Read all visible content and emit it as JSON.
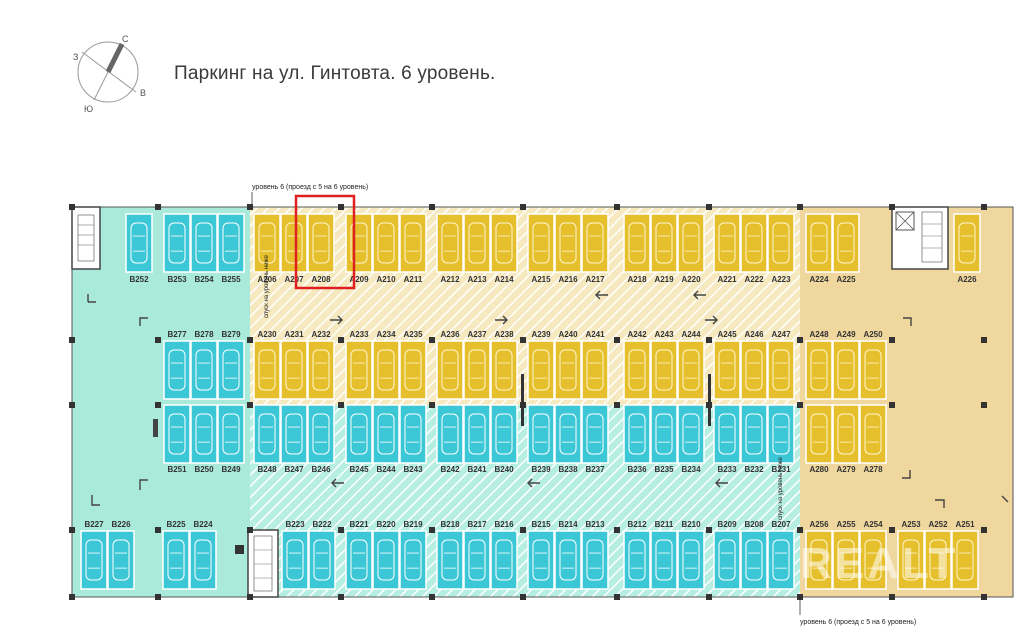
{
  "title": "Паркинг на ул. Гинтовта. 6 уровень.",
  "compass": {
    "north": "С",
    "south": "Ю",
    "west": "З",
    "east": "В"
  },
  "notes": {
    "top_ramp": "уровень 6 (проезд с 5 на 6 уровень)",
    "bottom_ramp": "уровень 6 (проезд с 5 на 6 уровень)",
    "ramp_down": "спуск на уровень ниже"
  },
  "watermark": "REALT",
  "colors": {
    "teal_zone": "#a9eadb",
    "teal_spot": "#3cc7d6",
    "yellow_spot": "#e6bf2c",
    "yellow_zone": "#f7efc9",
    "tan_zone": "#f0d79e",
    "highlight": "#e02020"
  },
  "highlighted_spot": "A208",
  "rows": {
    "row1": [
      "B252",
      "B253",
      "B254",
      "B255",
      "A206",
      "A207",
      "A208",
      "A209",
      "A210",
      "A211",
      "A212",
      "A213",
      "A214",
      "A215",
      "A216",
      "A217",
      "A218",
      "A219",
      "A220",
      "A221",
      "A222",
      "A223",
      "A224",
      "A225",
      "A226"
    ],
    "row2": [
      "B277",
      "B278",
      "B279",
      "A230",
      "A231",
      "A232",
      "A233",
      "A234",
      "A235",
      "A236",
      "A237",
      "A238",
      "A239",
      "A240",
      "A241",
      "A242",
      "A243",
      "A244",
      "A245",
      "A246",
      "A247",
      "A248",
      "A249",
      "A250"
    ],
    "row3": [
      "B251",
      "B250",
      "B249",
      "B248",
      "B247",
      "B246",
      "B245",
      "B244",
      "B243",
      "B242",
      "B241",
      "B240",
      "B239",
      "B238",
      "B237",
      "B236",
      "B235",
      "B234",
      "B233",
      "B232",
      "B231",
      "A280",
      "A279",
      "A278"
    ],
    "row4": [
      "B227",
      "B226",
      "B225",
      "B224",
      "B223",
      "B222",
      "B221",
      "B220",
      "B219",
      "B218",
      "B217",
      "B216",
      "B215",
      "B214",
      "B213",
      "B212",
      "B211",
      "B210",
      "B209",
      "B208",
      "B207",
      "A256",
      "A255",
      "A254",
      "A253",
      "A252",
      "A251"
    ]
  }
}
